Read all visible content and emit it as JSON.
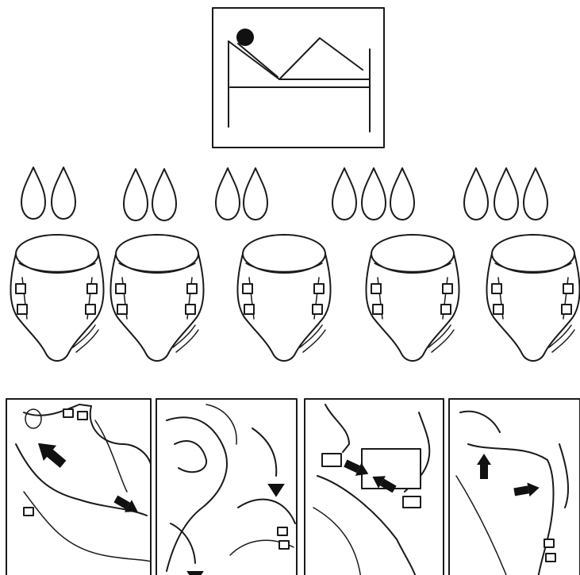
{
  "illustration": {
    "top_icon": "person-lying-in-bed-icon",
    "absorbency_levels": [
      {
        "name": "level-1",
        "drops": 2
      },
      {
        "name": "level-2",
        "drops": 2
      },
      {
        "name": "level-3",
        "drops": 2
      },
      {
        "name": "level-4",
        "drops": 3
      },
      {
        "name": "level-5",
        "drops": 3
      }
    ],
    "products": [
      "adult-brief-icon",
      "adult-brief-icon",
      "adult-brief-icon",
      "adult-brief-icon",
      "adult-brief-icon"
    ],
    "steps": [
      "step-1-position-brief-icon",
      "step-2-roll-patient-icon",
      "step-3-fasten-tabs-icon",
      "step-4-adjust-fit-icon"
    ],
    "colors": {
      "line": "#1a1a1a",
      "background": "#ffffff",
      "arrow": "#111111"
    }
  }
}
